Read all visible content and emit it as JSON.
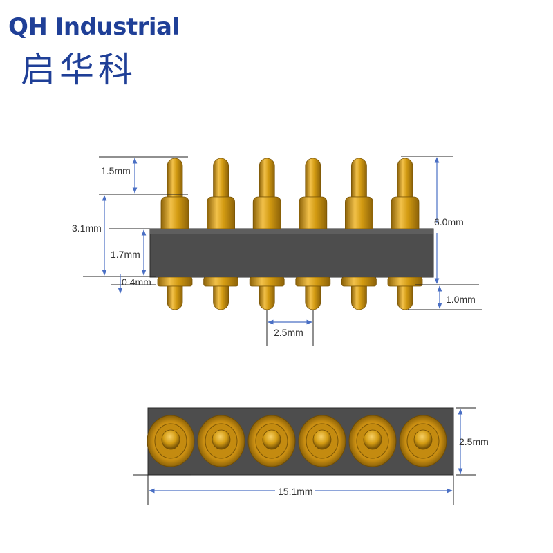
{
  "brand": {
    "name_en": "QH Industrial",
    "name_cn": "启华科",
    "color": "#1f3f97"
  },
  "connector": {
    "pin_count": 6,
    "body_color": "#4d4d4d",
    "pin_color": "#d39b12",
    "pin_highlight": "#f2c14a",
    "pin_shadow": "#8c6208"
  },
  "dimensions": {
    "pin_tip": "1.5mm",
    "upper_height": "3.1mm",
    "body_height": "1.7mm",
    "lower_collar": "0.4mm",
    "total_height": "6.0mm",
    "lower_pin": "1.0mm",
    "pitch": "2.5mm",
    "width": "2.5mm",
    "length": "15.1mm"
  },
  "dimension_line_color": "#4a6fc4"
}
